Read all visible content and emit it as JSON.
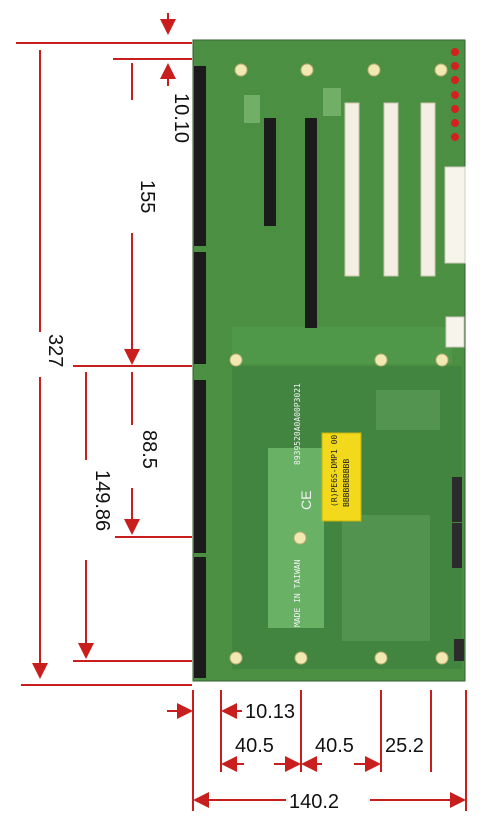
{
  "dimensions": {
    "slot_offset_top": "10.10",
    "upper_section_height": "155",
    "total_height": "327",
    "lower_slot_span": "88.5",
    "lower_section_height": "149.86",
    "left_offset_bottom": "10.13",
    "slot_pitch_a": "40.5",
    "slot_pitch_b": "40.5",
    "slot_pitch_c": "25.2",
    "total_width": "140.2"
  },
  "board": {
    "serial_text": "8939520A0A00P3021",
    "origin_text": "MADE IN TAIWAN",
    "ce_mark": "CE",
    "sticker_line1": "(R)PE6S-DMP1 00",
    "sticker_line2": "BBBBBBBBBB"
  },
  "colors": {
    "dimension_line": "#c81e1e",
    "board_green": "#4b8f43",
    "slot_black": "#1b1b1b",
    "pci_white": "#f3efe2",
    "sticker_yellow": "#f2d91c"
  }
}
